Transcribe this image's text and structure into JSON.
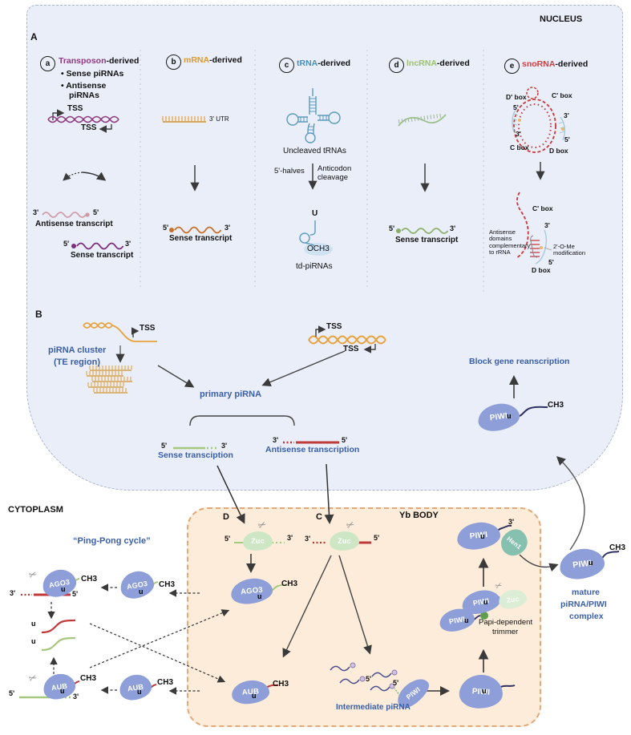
{
  "colors": {
    "nucleus_bg": "#e9eef8",
    "yb_bg": "#fcecd9",
    "accent_blue": "#3a5fa8",
    "protein_blob": "#8d9ed8",
    "zuc_green": "#cde7c4",
    "hen1_teal": "#86c0ae",
    "transposon": "#8e3a80",
    "mrna": "#e09a2f",
    "trna": "#4a90b8",
    "lncrna": "#9dc26b",
    "snorna": "#d04040"
  },
  "icons": {
    "scissors": "✂"
  },
  "labels": {
    "nucleus": "NUCLEUS",
    "cytoplasm": "CYTOPLASM",
    "yb_body": "Yb BODY",
    "panel_a": "A",
    "panel_b": "B",
    "panel_c": "C",
    "panel_d": "D"
  },
  "sym": {
    "five": "5'",
    "three": "3'",
    "u": "u",
    "ch3": "CH3",
    "tss": "TSS"
  },
  "pathways": [
    {
      "badge": "a",
      "name": "Transposon",
      "suffix": "-derived",
      "color": "#8e3a80",
      "bullets": [
        "Sense piRNAs",
        "Antisense piRNAs"
      ],
      "antisense_transcript": "Antisense transcript",
      "sense_transcript": "Sense transcript"
    },
    {
      "badge": "b",
      "name": "mRNA",
      "suffix": "-derived",
      "color": "#e09a2f",
      "utr": "3' UTR",
      "sense_transcript": "Sense transcript"
    },
    {
      "badge": "c",
      "name": "tRNA",
      "suffix": "-derived",
      "color": "#4a90b8",
      "uncleaved": "Uncleaved tRNAs",
      "halves": "5'-halves",
      "cleavage": "Anticodon cleavage",
      "cap": "U",
      "och3": "OCH3",
      "product": "td-piRNAs"
    },
    {
      "badge": "d",
      "name": "lncRNA",
      "suffix": "-derived",
      "color": "#9dc26b",
      "sense_transcript": "Sense transcript"
    },
    {
      "badge": "e",
      "name": "snoRNA",
      "suffix": "-derived",
      "color": "#d04040",
      "dp_box": "D' box",
      "cp_box": "C' box",
      "c_box": "C box",
      "d_box": "D box",
      "cp_box2": "C' box",
      "d_box2": "D box",
      "antisense_domains": "Antisense domains complementary to rRNA",
      "ome": "2'-O-Me modification"
    }
  ],
  "section_b": {
    "cluster": "piRNA cluster",
    "cluster_sub": "(TE region)",
    "primary": "primary piRNA",
    "sense_transcription": "Sense transciption",
    "antisense_transcription": "Antisense transcription",
    "block": "Block gene reanscription",
    "piwi": "PIWI"
  },
  "ping_pong": {
    "title": "“Ping-Pong cycle”",
    "ago3": "AGO3",
    "aub": "AUB"
  },
  "yb": {
    "zuc": "Zuc",
    "ago3": "AGO3",
    "aub": "AUB",
    "piwi": "PIWI",
    "hen1": "Hen1",
    "intermediate": "Intermediate piRNA",
    "papi_line1": "Papi-dependent",
    "papi_line2": "trimmer"
  },
  "mature": {
    "piwi": "PIWI",
    "line1": "mature",
    "line2": "piRNA/PIWI",
    "line3": "complex"
  }
}
